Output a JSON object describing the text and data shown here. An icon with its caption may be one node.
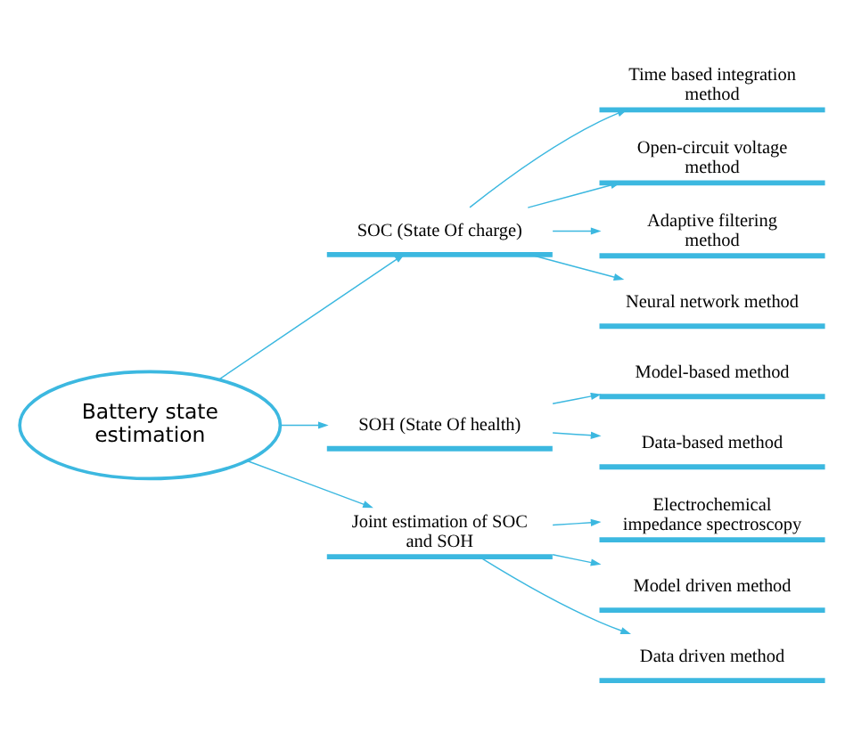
{
  "diagram": {
    "nodes": [
      {
        "text": [
          "Battery state estimation"
        ]
      },
      {
        "text": [
          "SOC (State Of charge)"
        ]
      },
      {
        "text": [
          "Time based integration method"
        ]
      },
      {
        "text": [
          "Open-circuit voltage method"
        ]
      },
      {
        "text": [
          "Adaptive filtering method"
        ]
      },
      {
        "text": [
          "Neural network method"
        ]
      },
      {
        "text": [
          "SOH (State Of health)"
        ]
      },
      {
        "text": [
          "Model-based method"
        ]
      },
      {
        "text": [
          "Data-based method"
        ]
      },
      {
        "text": [
          "Joint estimation of SOC and SOH"
        ]
      },
      {
        "text": [
          "Electrochemical impedance spectroscopy"
        ]
      },
      {
        "text": [
          "Model driven method"
        ]
      },
      {
        "text": [
          "Data driven method"
        ]
      }
    ],
    "edges": [
      {
        "from": 0,
        "to": 1,
        "arrow": "to"
      },
      {
        "from": 0,
        "to": 6,
        "arrow": "to"
      },
      {
        "from": 0,
        "to": 9,
        "arrow": "to"
      },
      {
        "from": 1,
        "to": 2,
        "arrow": "to"
      },
      {
        "from": 1,
        "to": 3,
        "arrow": "to"
      },
      {
        "from": 1,
        "to": 4,
        "arrow": "to"
      },
      {
        "from": 1,
        "to": 5,
        "arrow": "to"
      },
      {
        "from": 6,
        "to": 7,
        "arrow": "to"
      },
      {
        "from": 6,
        "to": 8,
        "arrow": "to"
      },
      {
        "from": 9,
        "to": 10,
        "arrow": "to"
      },
      {
        "from": 9,
        "to": 11,
        "arrow": "to"
      },
      {
        "from": 9,
        "to": 12,
        "arrow": "to"
      }
    ]
  }
}
